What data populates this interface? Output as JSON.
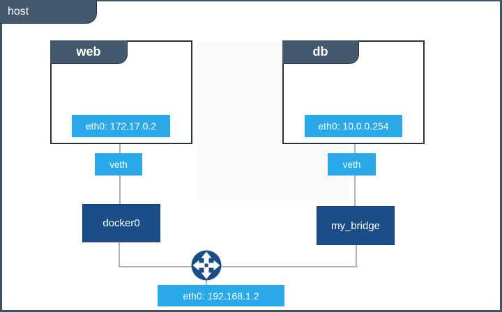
{
  "host": {
    "label": "host",
    "interface_label": "eth0: 192.168.1.2"
  },
  "containers": [
    {
      "name": "web",
      "interface_label": "eth0: 172.17.0.2",
      "veth_label": "veth",
      "bridge_label": "docker0"
    },
    {
      "name": "db",
      "interface_label": "eth0: 10.0.0.254",
      "veth_label": "veth",
      "bridge_label": "my_bridge"
    }
  ],
  "icons": {
    "router": "router-icon"
  },
  "colors": {
    "slate_tab": "#44596e",
    "dark_border": "#26323e",
    "interface_blue": "#29a9ea",
    "bridge_navy": "#1b4e89",
    "router_navy": "#1a4c86",
    "connector_gray": "#b1b1b1",
    "background": "#ffffff"
  }
}
